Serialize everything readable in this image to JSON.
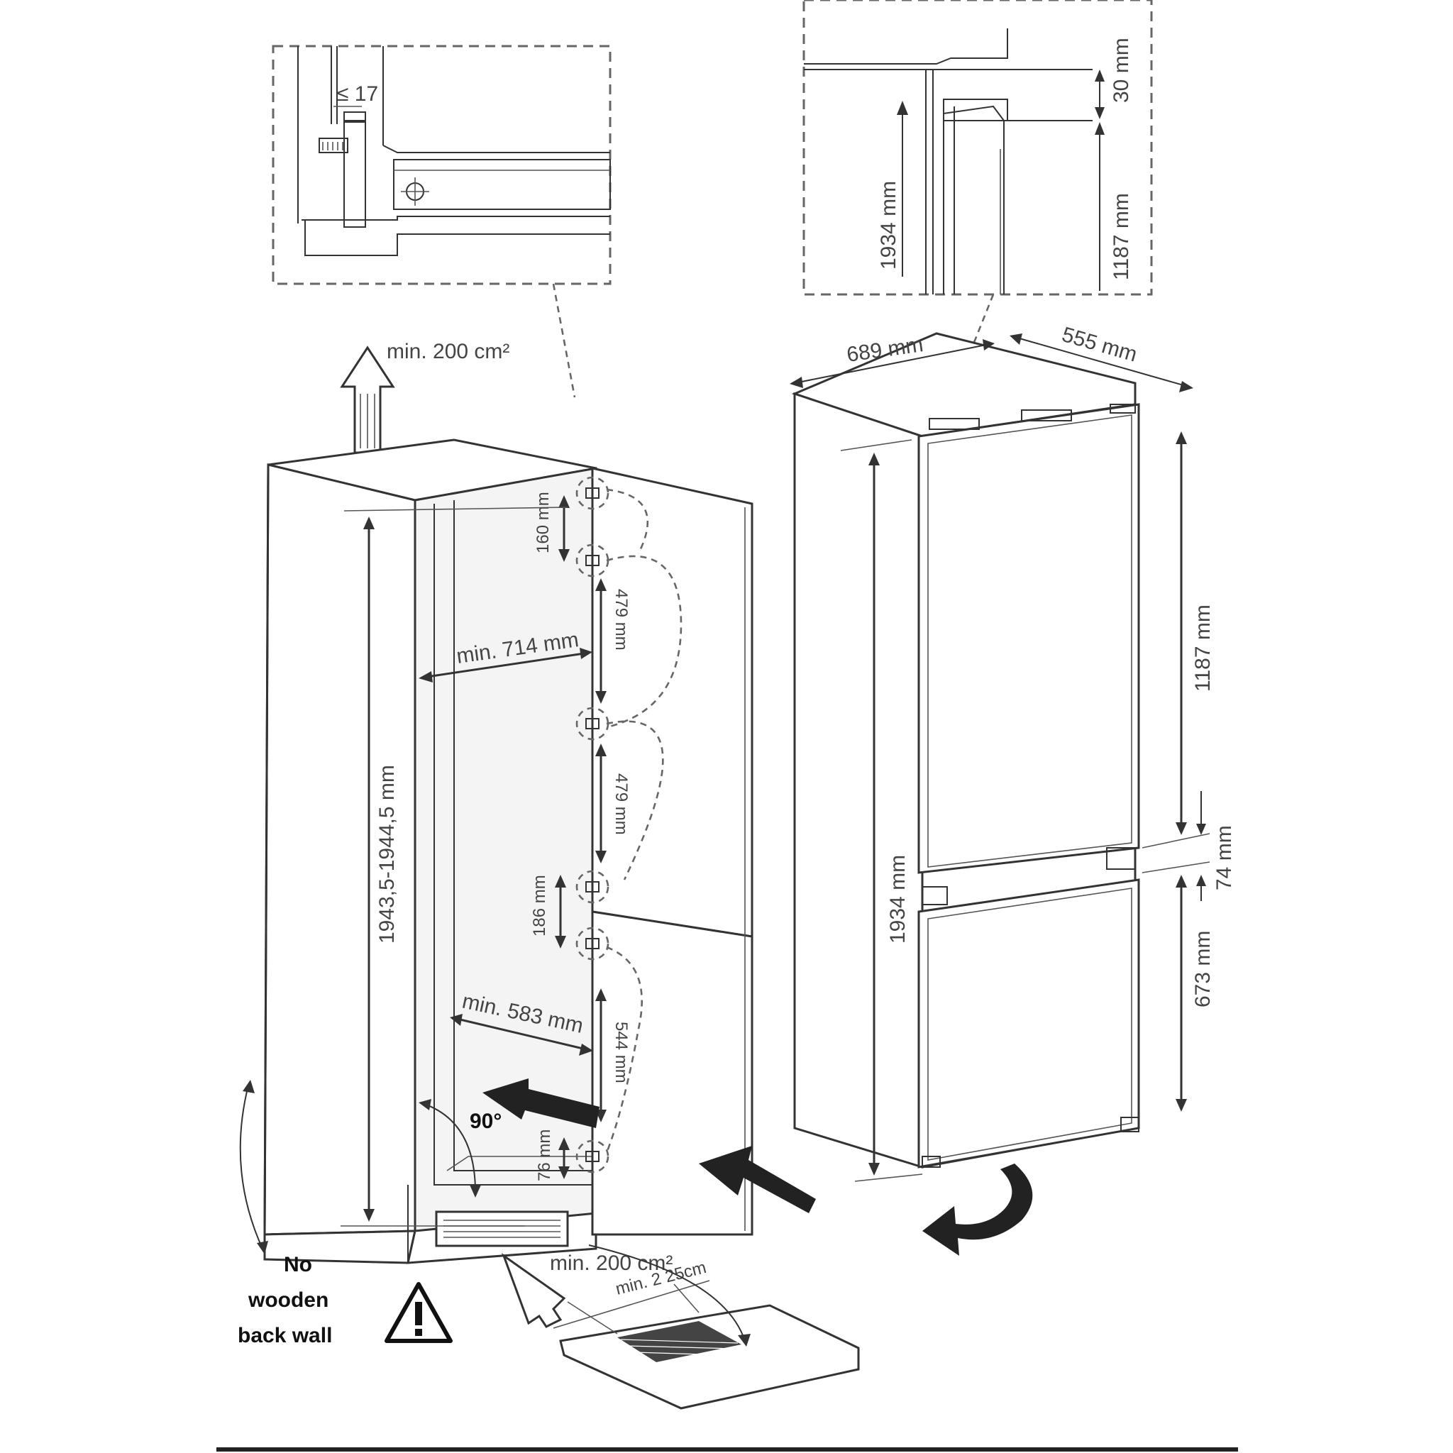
{
  "labels": {
    "detail_limit": "≤ 17",
    "vent_top": "min. 200 cm²",
    "vent_bottom": "min. 200 cm²",
    "niche_height": "1943,5-1944,5 mm",
    "niche_width_top": "min. 714 mm",
    "niche_width_bottom": "min. 583 mm",
    "hinge_gap_1": "160 mm",
    "hinge_gap_2": "479 mm",
    "hinge_gap_3": "479 mm",
    "hinge_gap_4": "186 mm",
    "hinge_gap_5": "544 mm",
    "hinge_gap_6": "76 mm",
    "angle": "90°",
    "floor_vent": "min. 2 25cm",
    "warning": [
      "No",
      "wooden",
      "back wall"
    ],
    "detail_top_gap": "30 mm",
    "detail_height": "1934 mm",
    "detail_upper_door": "1187 mm",
    "appliance_width": "689 mm",
    "appliance_depth": "555 mm",
    "appliance_height": "1934 mm",
    "upper_door": "1187 mm",
    "door_gap": "74 mm",
    "lower_door": "673 mm"
  },
  "icons": {
    "warning": "warning-triangle-icon",
    "insert_arrow": "arrow-left-icon",
    "door_swing": "curved-arrow-icon",
    "vent_flow": "vent-arrow-icon"
  }
}
